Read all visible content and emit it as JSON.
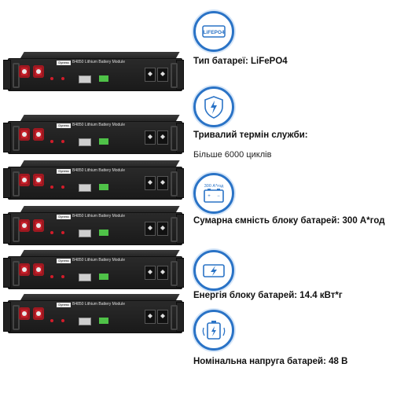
{
  "battery": {
    "model_label": "B4850 Lithium Battery Module",
    "brand": "Dyness"
  },
  "features": [
    {
      "icon": "lifepo4-badge-icon",
      "icon_text": "LiFEPO4",
      "label": "Тип батареї: LiFePO4",
      "sub": ""
    },
    {
      "icon": "lightning-shield-icon",
      "icon_text": "",
      "label": "Тривалий термін служби:",
      "sub": "Більше 6000 циклів"
    },
    {
      "icon": "battery-capacity-icon",
      "icon_text": "300 А*год",
      "label": "Сумарна ємність блоку батарей: 300 А*год",
      "sub": ""
    },
    {
      "icon": "battery-charge-icon",
      "icon_text": "",
      "label": "Енергія блоку батарей: 14.4 кВт*г",
      "sub": ""
    },
    {
      "icon": "battery-voltage-icon",
      "icon_text": "",
      "label": "Номінальна напруга батарей: 48 В",
      "sub": ""
    }
  ],
  "colors": {
    "accent": "#2a73c6",
    "connector": "#c8202a",
    "terminal": "#4fc248"
  }
}
